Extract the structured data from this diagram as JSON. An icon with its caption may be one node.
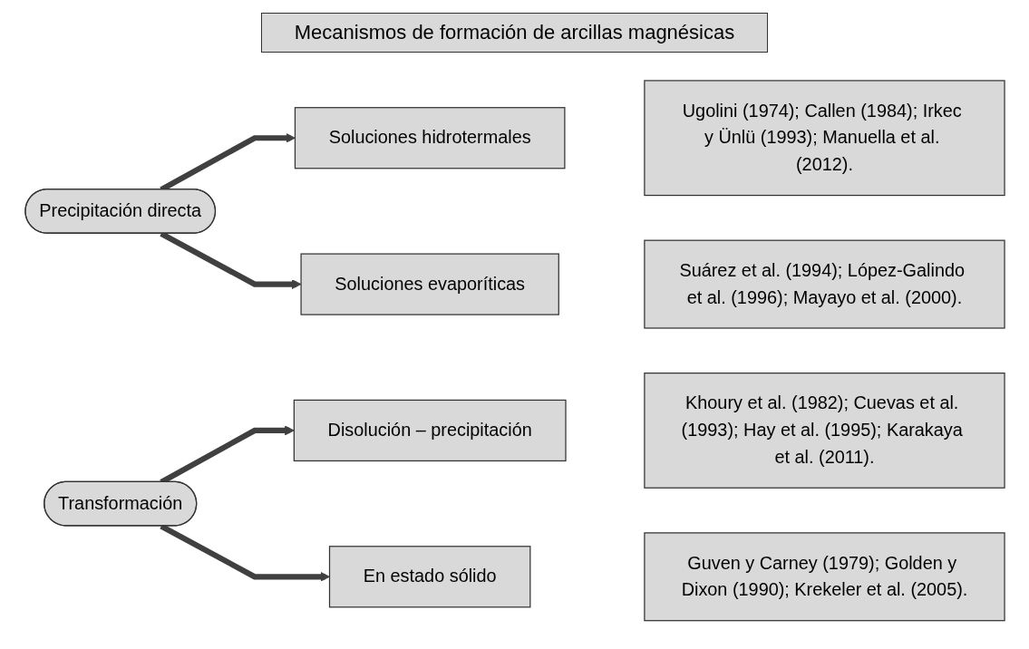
{
  "diagram": {
    "title": "Mecanismos de formación de arcillas magnésicas",
    "nodes": [
      {
        "text": [
          "Precipitación directa"
        ]
      },
      {
        "text": [
          "Soluciones hidrotermales"
        ]
      },
      {
        "text": [
          "Ugolini (1974); Callen (1984); Irkec y Ünlü (1993); Manuella et al. (2012)."
        ]
      },
      {
        "text": [
          "Soluciones evaporíticas"
        ]
      },
      {
        "text": [
          "Suárez et al. (1994); López-Galindo et al. (1996); Mayayo et al. (2000)."
        ]
      },
      {
        "text": [
          "Transformación"
        ]
      },
      {
        "text": [
          "Disolución – precipitación"
        ]
      },
      {
        "text": [
          "Khoury et al. (1982); Cuevas et al. (1993); Hay et al. (1995); Karakaya et al. (2011)."
        ]
      },
      {
        "text": [
          "En estado sólido"
        ]
      },
      {
        "text": [
          "Guven y Carney (1979); Golden y Dixon (1990); Krekeler et al. (2005)."
        ]
      }
    ],
    "edges": [
      {
        "from": 0,
        "to": 1,
        "arrow": "to"
      },
      {
        "from": 0,
        "to": 3,
        "arrow": "to"
      },
      {
        "from": 5,
        "to": 6,
        "arrow": "to"
      },
      {
        "from": 5,
        "to": 8,
        "arrow": "to"
      }
    ]
  }
}
